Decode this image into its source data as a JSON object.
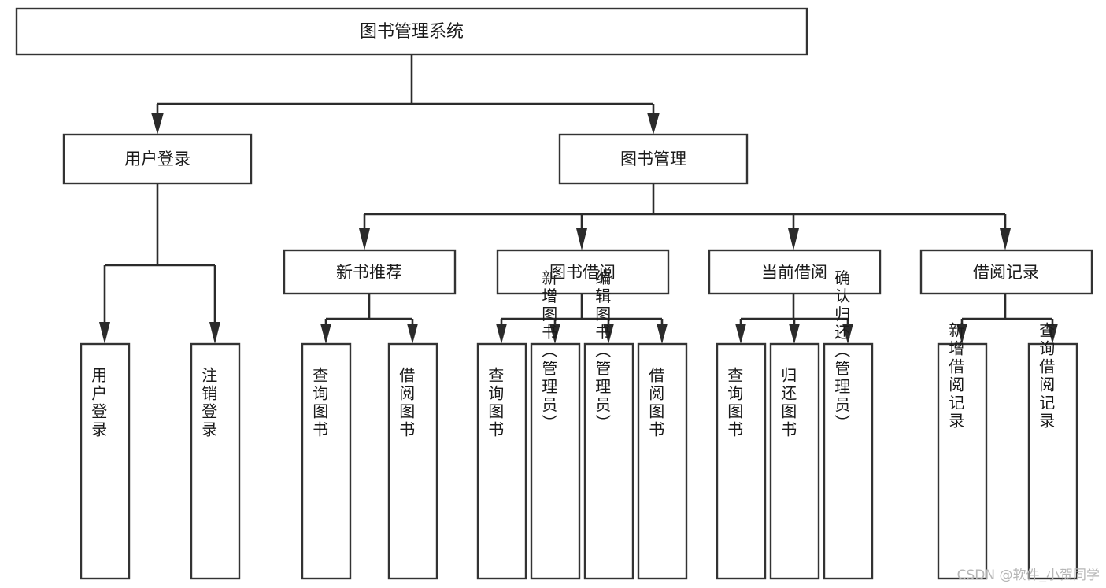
{
  "diagram": {
    "type": "tree-hierarchy",
    "title": "图书管理系统",
    "watermark": "CSDN @软件_小贺同学",
    "colors": {
      "box_stroke": "#333333",
      "box_fill": "#ffffff",
      "connector": "#2b2b2b",
      "text": "#1a1a1a",
      "watermark": "#b6b6b6",
      "background": "#ffffff"
    },
    "root": {
      "label": "图书管理系统"
    },
    "level2": [
      {
        "id": "user-login",
        "label": "用户登录"
      },
      {
        "id": "book-management",
        "label": "图书管理"
      }
    ],
    "level3": [
      {
        "id": "new-book-recommend",
        "label": "新书推荐",
        "parent": "book-management"
      },
      {
        "id": "book-borrow",
        "label": "图书借阅",
        "parent": "book-management"
      },
      {
        "id": "current-borrow",
        "label": "当前借阅",
        "parent": "book-management"
      },
      {
        "id": "borrow-record",
        "label": "借阅记录",
        "parent": "book-management"
      }
    ],
    "leaves": {
      "user-login": [
        {
          "id": "leaf-user-login",
          "label": "用户登录"
        },
        {
          "id": "leaf-user-logout",
          "label": "注销登录"
        }
      ],
      "new-book-recommend": [
        {
          "id": "leaf-query-book-1",
          "label": "查询图书"
        },
        {
          "id": "leaf-borrow-book-1",
          "label": "借阅图书"
        }
      ],
      "book-borrow": [
        {
          "id": "leaf-query-book-2",
          "label": "查询图书"
        },
        {
          "id": "leaf-add-book",
          "label": "新增图书（管理员）"
        },
        {
          "id": "leaf-edit-book",
          "label": "编辑图书（管理员）"
        },
        {
          "id": "leaf-borrow-book-2",
          "label": "借阅图书"
        }
      ],
      "current-borrow": [
        {
          "id": "leaf-query-book-3",
          "label": "查询图书"
        },
        {
          "id": "leaf-return-book",
          "label": "归还图书"
        },
        {
          "id": "leaf-confirm-return",
          "label": "确认归还（管理员）"
        }
      ],
      "borrow-record": [
        {
          "id": "leaf-add-record",
          "label": "新增借阅记录"
        },
        {
          "id": "leaf-query-record",
          "label": "查询借阅记录"
        }
      ]
    }
  }
}
